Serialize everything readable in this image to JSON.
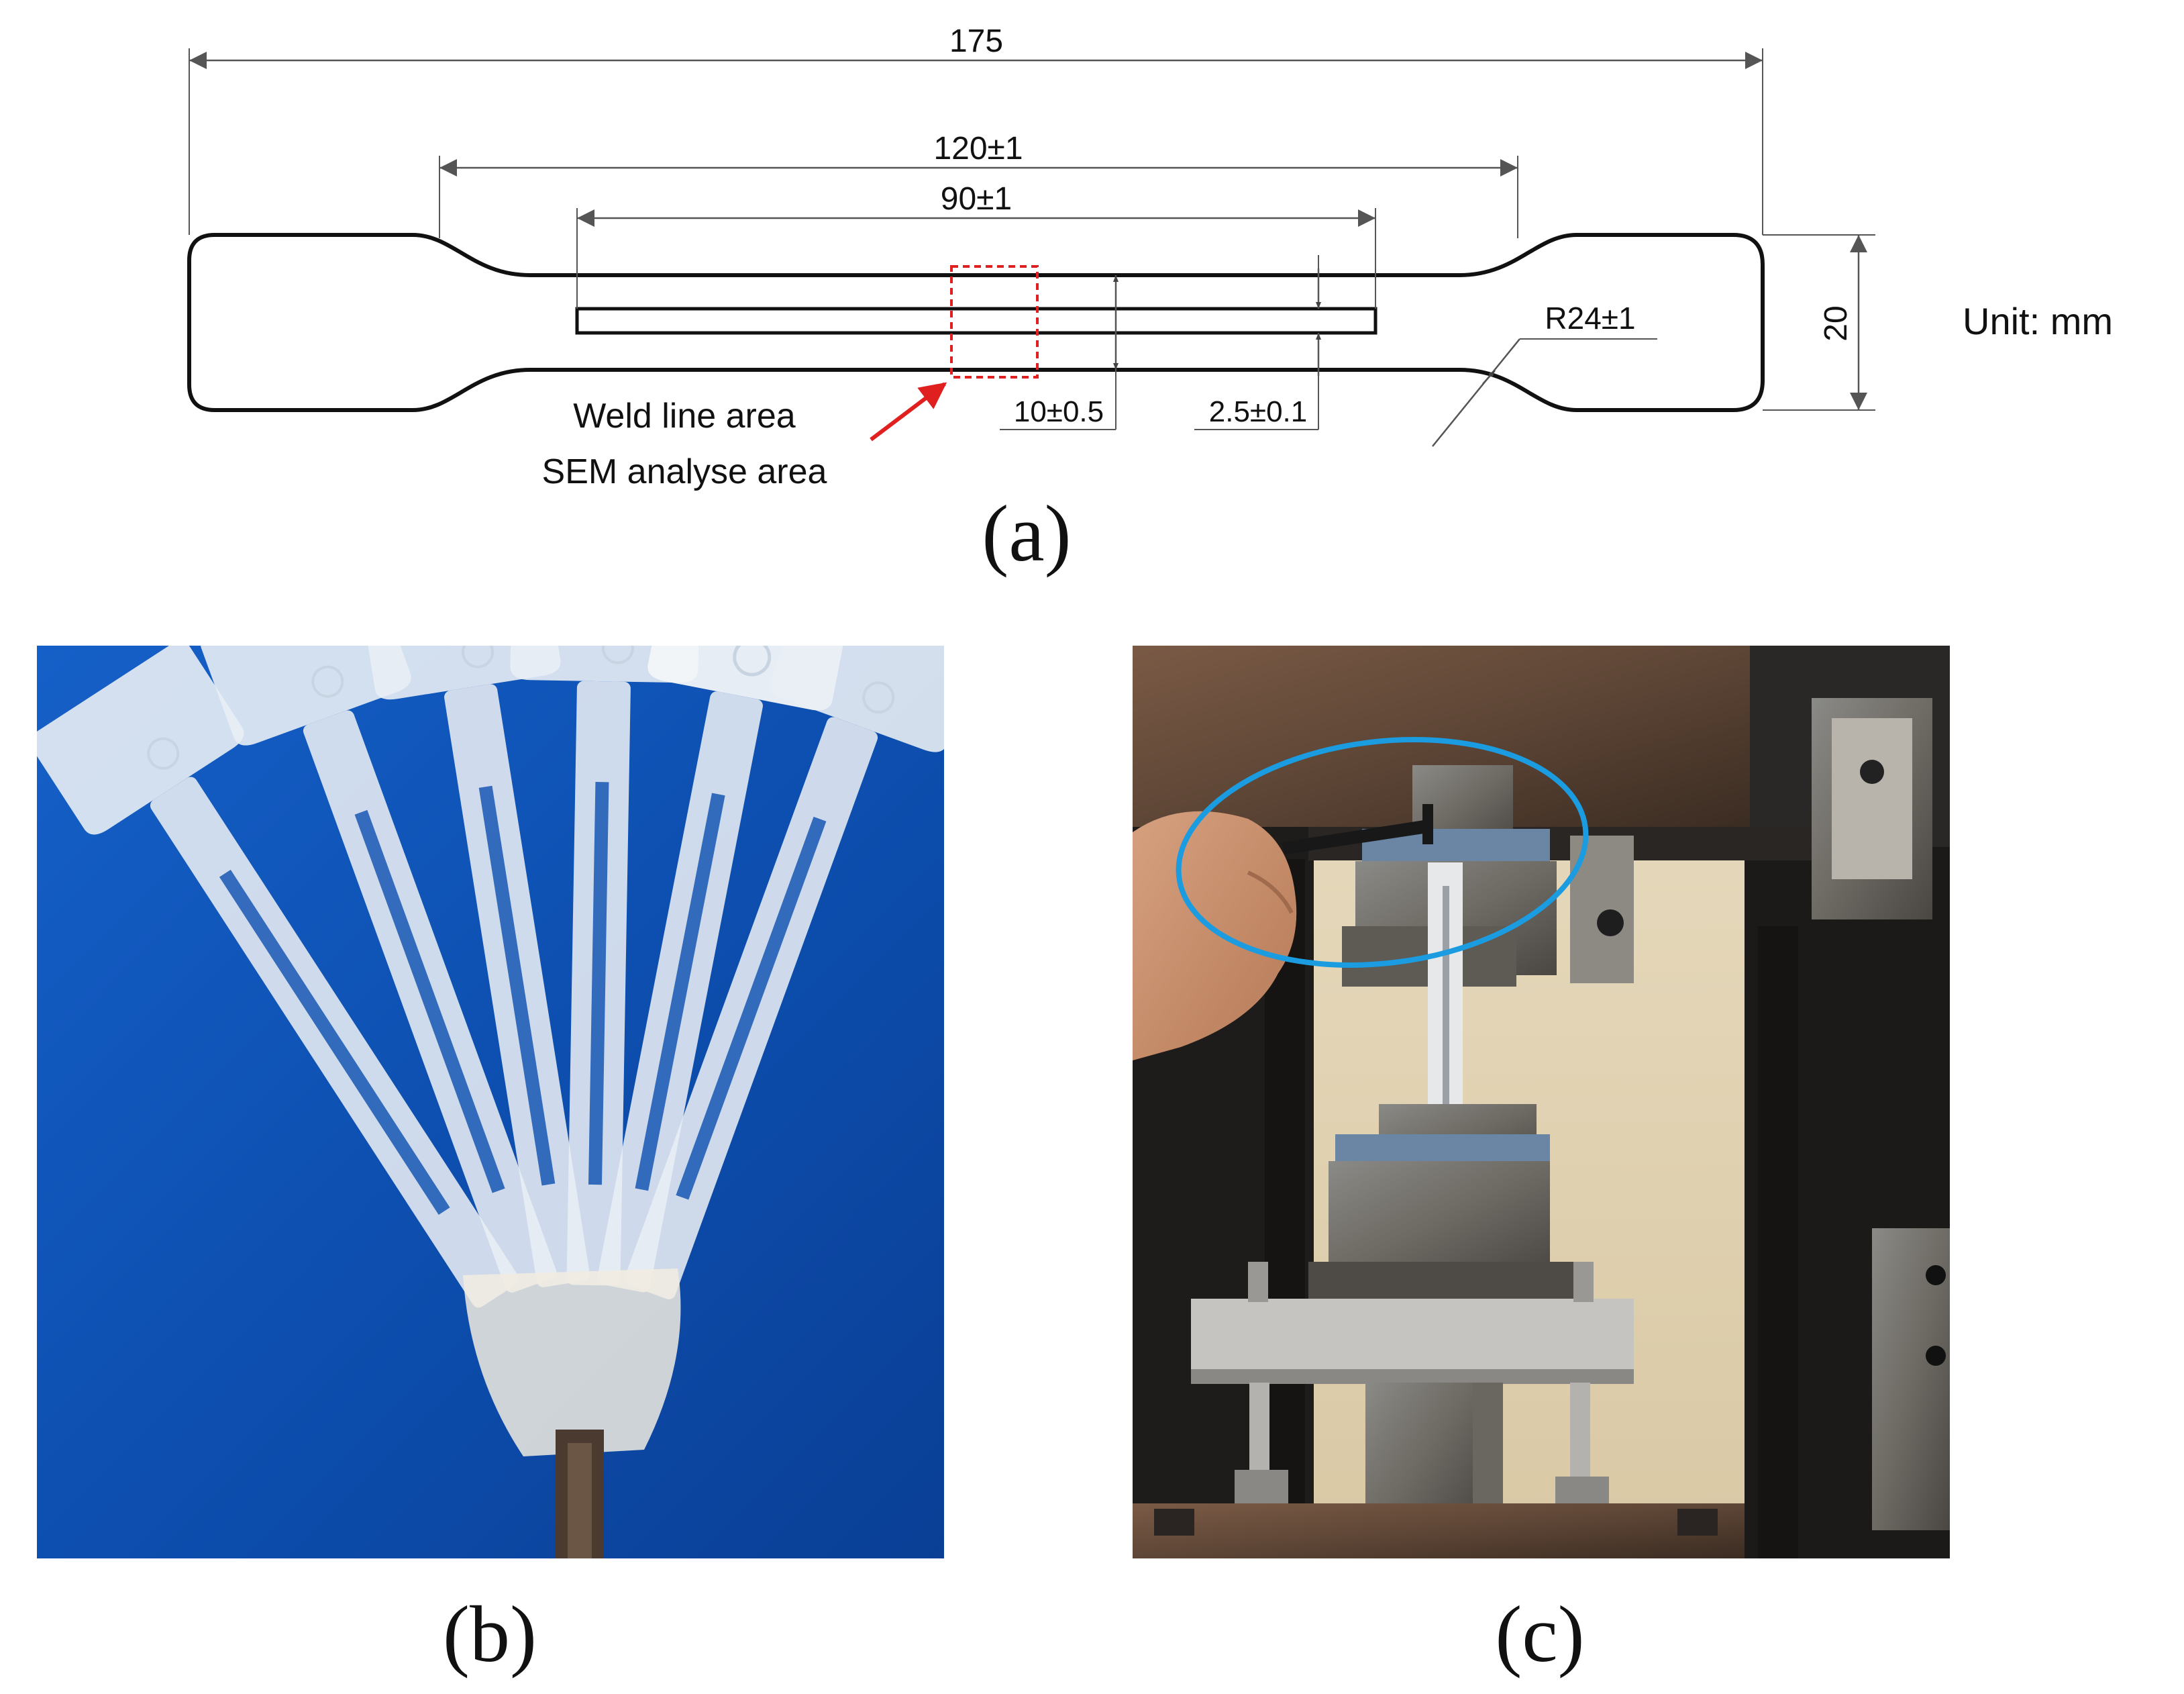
{
  "drawing": {
    "dimensions": {
      "overall_length": "175",
      "gauge_length": "120±1",
      "slot_length": "90±1",
      "width": "20",
      "neck_width": "10±0.5",
      "slot_width": "2.5±0.1",
      "fillet_radius": "R24±1"
    },
    "unit_label": "Unit: mm",
    "weld_label_line1": "Weld line area",
    "weld_label_line2": "SEM analyse area",
    "colors": {
      "outline": "#111111",
      "marker": "#e0201f"
    }
  },
  "panels": {
    "a": "(a)",
    "b": "(b)",
    "c": "(c)"
  },
  "photo_b": {
    "background": "#0d4fb0",
    "specimen_count": 6
  },
  "photo_c": {
    "highlight_color": "#1b9be0"
  }
}
